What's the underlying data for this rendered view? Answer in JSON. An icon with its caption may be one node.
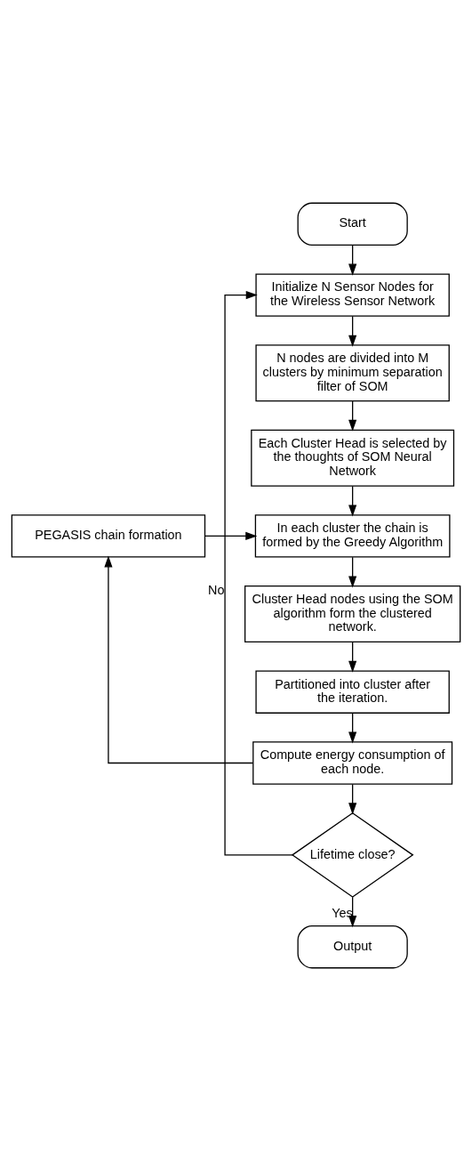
{
  "diagram": {
    "nodes": [
      {
        "text": [
          "Start"
        ]
      },
      {
        "text": [
          "Initialize N Sensor Nodes for the Wireless Sensor Network"
        ]
      },
      {
        "text": [
          "N nodes are divided into M clusters by minimum separation filter of SOM"
        ]
      },
      {
        "text": [
          "Each Cluster Head is selected by the thoughts of SOM Neural Network"
        ]
      },
      {
        "text": [
          "PEGASIS chain formation"
        ]
      },
      {
        "text": [
          "In each cluster the chain is formed by the Greedy Algorithm"
        ]
      },
      {
        "text": [
          "Cluster Head nodes using the SOM algorithm form the clustered network."
        ]
      },
      {
        "text": [
          "Partitioned into cluster after the iteration."
        ]
      },
      {
        "text": [
          "Compute energy consumption of each node."
        ]
      },
      {
        "text": [
          "Lifetime close?"
        ]
      },
      {
        "text": [
          "Output"
        ]
      }
    ],
    "edges": [
      {
        "from": 0,
        "to": 1,
        "arrow": "to"
      },
      {
        "from": 1,
        "to": 2,
        "arrow": "to"
      },
      {
        "from": 2,
        "to": 3,
        "arrow": "to"
      },
      {
        "from": 3,
        "to": 5,
        "arrow": "to"
      },
      {
        "from": 4,
        "to": 5,
        "arrow": "to"
      },
      {
        "from": 5,
        "to": 6,
        "arrow": "to"
      },
      {
        "from": 6,
        "to": 7,
        "arrow": "to"
      },
      {
        "from": 7,
        "to": 8,
        "arrow": "to"
      },
      {
        "from": 8,
        "to": 4,
        "arrow": "to"
      },
      {
        "from": 8,
        "to": 9,
        "arrow": "to"
      },
      {
        "from": 9,
        "to": 1,
        "label": "No",
        "arrow": "to"
      },
      {
        "from": 9,
        "to": 10,
        "label": "Yes",
        "arrow": "to"
      }
    ]
  }
}
